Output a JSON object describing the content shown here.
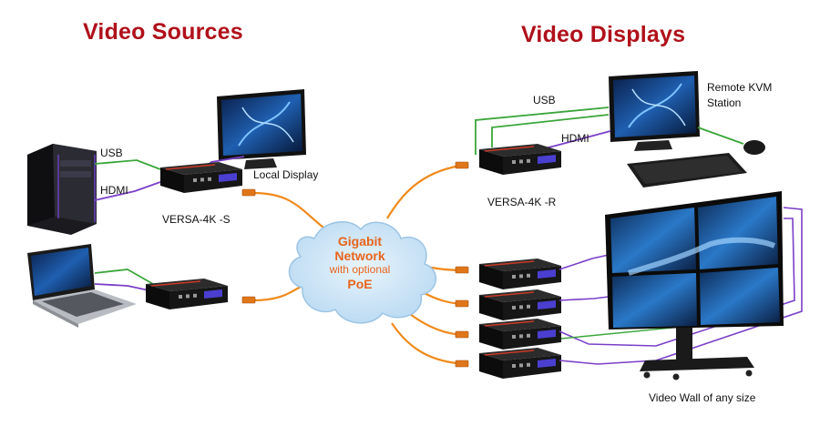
{
  "titles": {
    "sources": "Video Sources",
    "displays": "Video Displays"
  },
  "labels": {
    "usb_left": "USB",
    "hdmi_left": "HDMI",
    "transmitter": "VERSA-4K -S",
    "local_display": "Local Display",
    "usb_right": "USB",
    "hdmi_right": "HDMI",
    "receiver": "VERSA-4K -R",
    "remote_station_line1": "Remote KVM",
    "remote_station_line2": "Station",
    "video_wall": "Video Wall of any size"
  },
  "network": {
    "line1": "Gigabit",
    "line2": "Network",
    "line3": "with optional",
    "line4": "PoE"
  },
  "colors": {
    "title_red": "#b0101a",
    "usb_green": "#3aa53a",
    "hdmi_purple": "#7a3fc8",
    "network_orange": "#f08a1c",
    "cloud_fill": "#cfe6f7",
    "cloud_text_orange": "#e8641c"
  },
  "icons": {
    "pc_tower": "pc-tower-icon",
    "laptop": "laptop-icon",
    "monitor": "monitor-icon",
    "keyboard": "keyboard-icon",
    "mouse": "mouse-icon",
    "extender": "extender-box-icon",
    "video_wall": "video-wall-icon",
    "cloud": "network-cloud-icon"
  }
}
